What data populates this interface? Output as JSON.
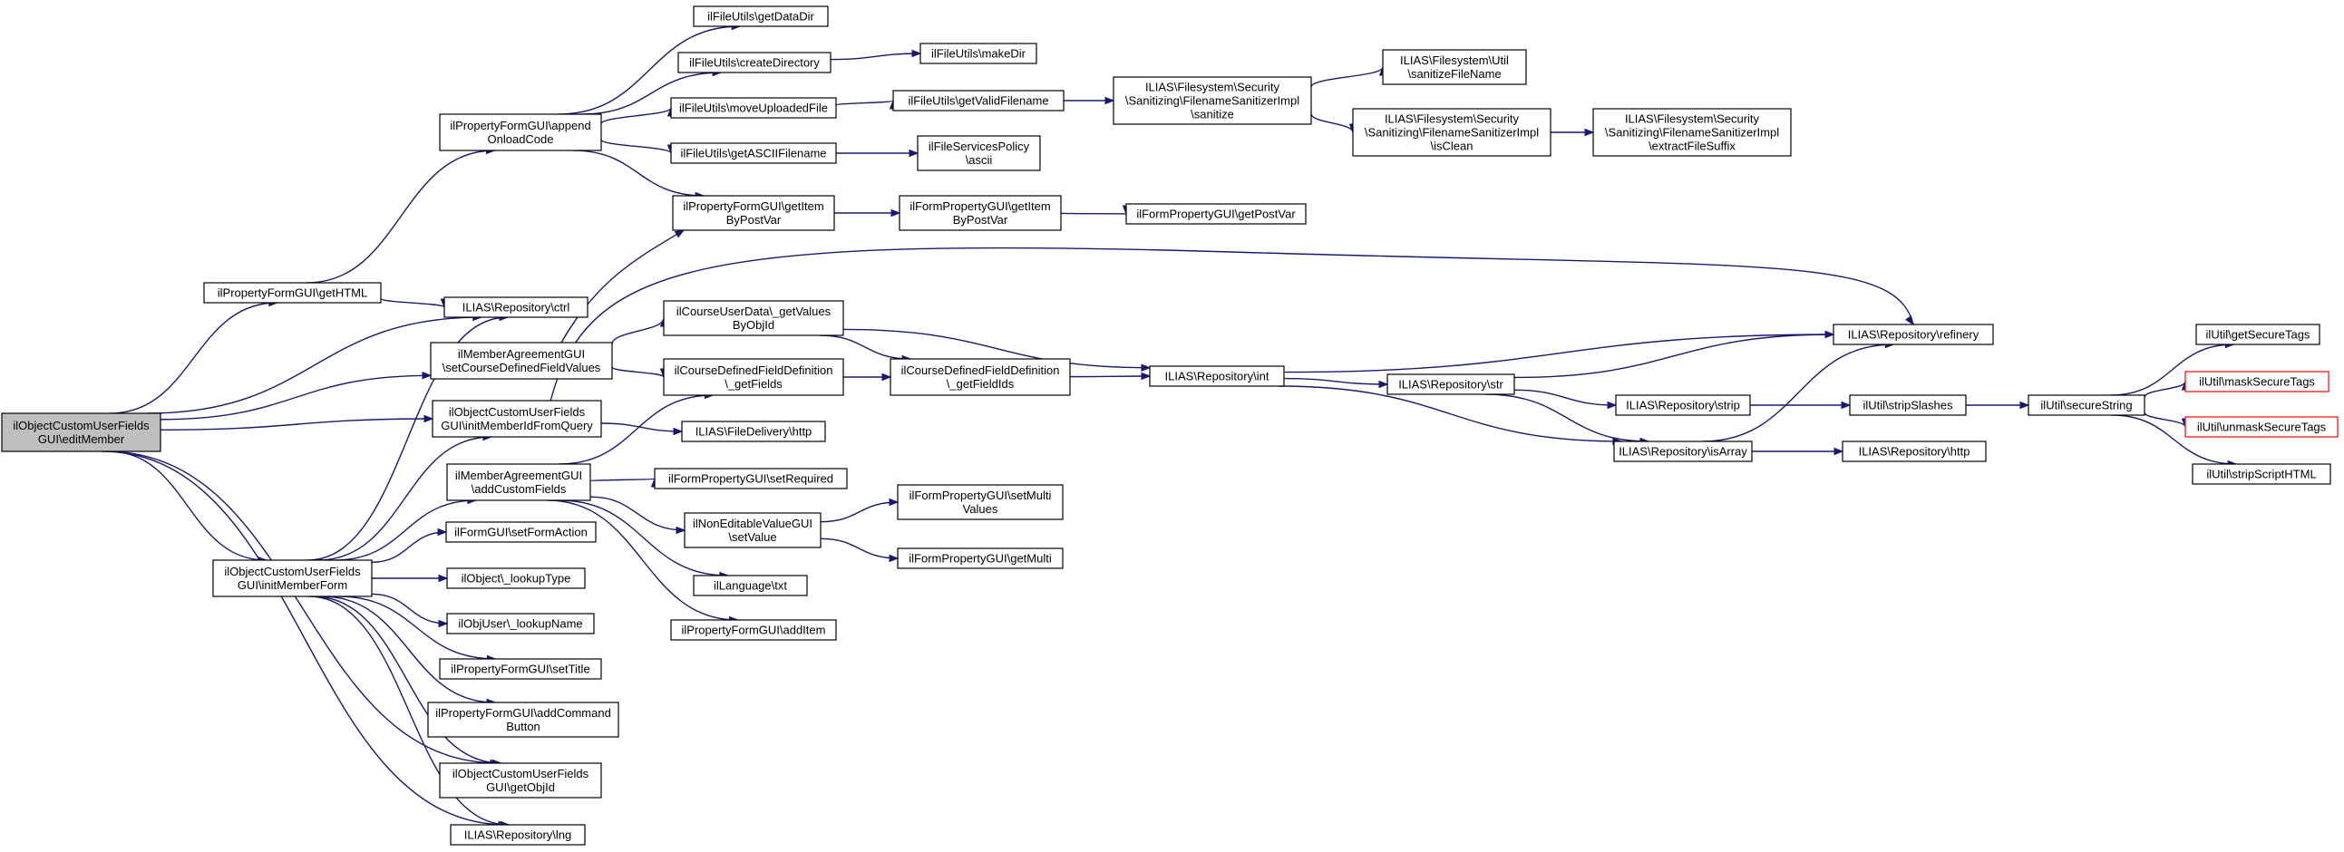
{
  "colors": {
    "edge": "#191970",
    "node_border": "#000000",
    "node_fill": "#ffffff",
    "root_fill": "#bfbfbf",
    "truncated_border": "#ff0000"
  },
  "nodes": {
    "root": [
      "ilObjectCustomUserFields",
      "GUI\\editMember"
    ],
    "pfg_gethtml": [
      "ilPropertyFormGUI\\getHTML"
    ],
    "repo_ctrl": [
      "ILIAS\\Repository\\ctrl"
    ],
    "pfg_append": [
      "ilPropertyFormGUI\\append",
      "OnloadCode"
    ],
    "fu_datadir": [
      "ilFileUtils\\getDataDir"
    ],
    "fu_createdir": [
      "ilFileUtils\\createDirectory"
    ],
    "fu_makedir": [
      "ilFileUtils\\makeDir"
    ],
    "fu_moveupl": [
      "ilFileUtils\\moveUploadedFile"
    ],
    "fu_validfn": [
      "ilFileUtils\\getValidFilename"
    ],
    "fs_sanitize": [
      "ILIAS\\Filesystem\\Security",
      "\\Sanitizing\\FilenameSanitizerImpl",
      "\\sanitize"
    ],
    "fs_util_sanitize": [
      "ILIAS\\Filesystem\\Util",
      "\\sanitizeFileName"
    ],
    "fs_isclean": [
      "ILIAS\\Filesystem\\Security",
      "\\Sanitizing\\FilenameSanitizerImpl",
      "\\isClean"
    ],
    "fs_extract": [
      "ILIAS\\Filesystem\\Security",
      "\\Sanitizing\\FilenameSanitizerImpl",
      "\\extractFileSuffix"
    ],
    "fu_ascii": [
      "ilFileUtils\\getASCIIFilename"
    ],
    "fsp_ascii": [
      "ilFileServicesPolicy",
      "\\ascii"
    ],
    "pfg_getitem": [
      "ilPropertyFormGUI\\getItem",
      "ByPostVar"
    ],
    "fpg_getitem": [
      "ilFormPropertyGUI\\getItem",
      "ByPostVar"
    ],
    "fpg_getpostvar": [
      "ilFormPropertyGUI\\getPostVar"
    ],
    "mag_setcourse": [
      "ilMemberAgreementGUI",
      "\\setCourseDefinedFieldValues"
    ],
    "cud_getvalues": [
      "ilCourseUserData\\_getValues",
      "ByObjId"
    ],
    "cdfd_getfields": [
      "ilCourseDefinedFieldDefinition",
      "\\_getFields"
    ],
    "cdfd_getfieldids": [
      "ilCourseDefinedFieldDefinition",
      "\\_getFieldIds"
    ],
    "repo_int": [
      "ILIAS\\Repository\\int"
    ],
    "repo_refinery": [
      "ILIAS\\Repository\\refinery"
    ],
    "ocuf_initmemberid": [
      "ilObjectCustomUserFields",
      "GUI\\initMemberIdFromQuery"
    ],
    "fd_http": [
      "ILIAS\\FileDelivery\\http"
    ],
    "repo_str": [
      "ILIAS\\Repository\\str"
    ],
    "repo_strip": [
      "ILIAS\\Repository\\strip"
    ],
    "util_stripslashes": [
      "ilUtil\\stripSlashes"
    ],
    "util_securestring": [
      "ilUtil\\secureString"
    ],
    "util_getsecure": [
      "ilUtil\\getSecureTags"
    ],
    "util_mask": [
      "ilUtil\\maskSecureTags"
    ],
    "util_unmask": [
      "ilUtil\\unmaskSecureTags"
    ],
    "util_stripscript": [
      "ilUtil\\stripScriptHTML"
    ],
    "repo_isarray": [
      "ILIAS\\Repository\\isArray"
    ],
    "repo_http": [
      "ILIAS\\Repository\\http"
    ],
    "mag_addcustom": [
      "ilMemberAgreementGUI",
      "\\addCustomFields"
    ],
    "fpg_setrequired": [
      "ilFormPropertyGUI\\setRequired"
    ],
    "nev_setvalue": [
      "ilNonEditableValueGUI",
      "\\setValue"
    ],
    "fpg_setmulti": [
      "ilFormPropertyGUI\\setMulti",
      "Values"
    ],
    "fpg_getmulti": [
      "ilFormPropertyGUI\\getMulti"
    ],
    "lang_txt": [
      "ilLanguage\\txt"
    ],
    "pfg_additem": [
      "ilPropertyFormGUI\\addItem"
    ],
    "fg_setaction": [
      "ilFormGUI\\setFormAction"
    ],
    "ocuf_initform": [
      "ilObjectCustomUserFields",
      "GUI\\initMemberForm"
    ],
    "obj_lookuptype": [
      "ilObject\\_lookupType"
    ],
    "objuser_lookupname": [
      "ilObjUser\\_lookupName"
    ],
    "pfg_settitle": [
      "ilPropertyFormGUI\\setTitle"
    ],
    "pfg_addcommand": [
      "ilPropertyFormGUI\\addCommand",
      "Button"
    ],
    "ocuf_getobjid": [
      "ilObjectCustomUserFields",
      "GUI\\getObjId"
    ],
    "repo_lng": [
      "ILIAS\\Repository\\lng"
    ]
  }
}
